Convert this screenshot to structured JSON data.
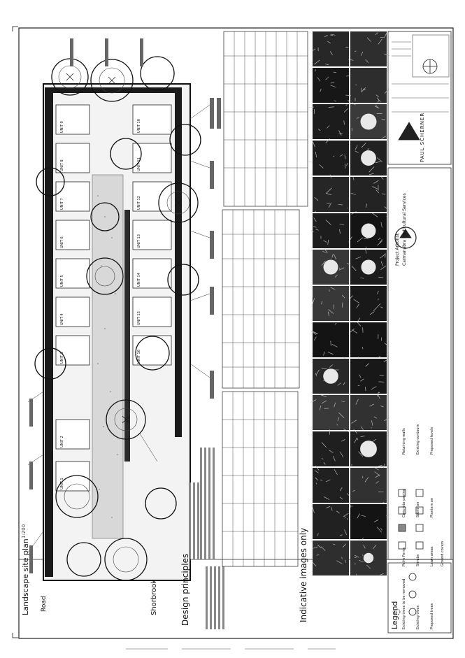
{
  "title": "Landscape site plan",
  "scale": "1:200",
  "road_label": "Road",
  "street_label": "Shorbrook",
  "design_principles_heading": "Design principles",
  "indicative_heading": "Indicative images only",
  "legend": {
    "heading": "Legend",
    "items": [
      "Existing trees to be removed",
      "Existing trees",
      "Proposed trees",
      "Palm Ferns",
      "Shrubs",
      "Lawn areas",
      "Ground covers",
      "Concrete paving",
      "Stone on",
      "Planters on",
      "Retaining walls",
      "Existing contours",
      "Proposed levels"
    ]
  },
  "firm_name": "PAUL SCHERNER",
  "project_label": "Project Arborist",
  "client_label": "Carmanabra Horticultural Services",
  "units": [
    "UNIT 1",
    "UNIT 2",
    "UNIT 3",
    "UNIT 4",
    "UNIT 5",
    "UNIT 6",
    "UNIT 7",
    "UNIT 8",
    "UNIT 9",
    "UNIT 10",
    "UNIT 11",
    "UNIT 12",
    "UNIT 13",
    "UNIT 14",
    "UNIT 15",
    "UNIT 16"
  ],
  "colors": {
    "ink": "#111111",
    "paper": "#ffffff",
    "mid": "#555555"
  }
}
